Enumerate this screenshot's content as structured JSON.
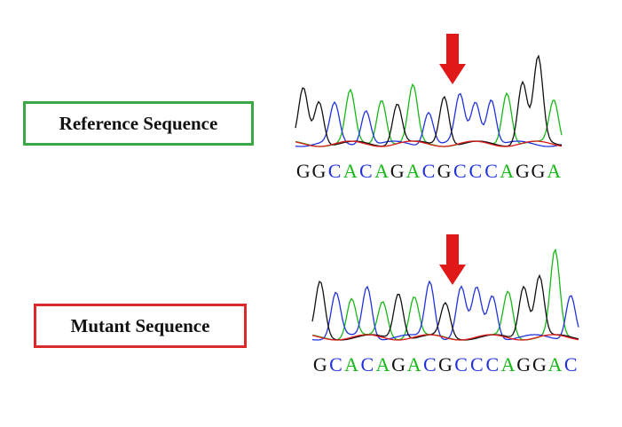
{
  "colors": {
    "A": "#18b818",
    "C": "#2233dd",
    "G": "#111111",
    "T": "#e01818",
    "arrow": "#e01818",
    "reference_border": "#3aa845",
    "mutant_border": "#d92b2b"
  },
  "reference": {
    "label": "Reference Sequence",
    "bases": [
      "G",
      "G",
      "C",
      "A",
      "C",
      "A",
      "G",
      "A",
      "C",
      "G",
      "C",
      "C",
      "C",
      "A",
      "G",
      "G",
      "A"
    ]
  },
  "mutant": {
    "label": "Mutant Sequence",
    "bases": [
      "G",
      "C",
      "A",
      "C",
      "A",
      "G",
      "A",
      "C",
      "G",
      "C",
      "C",
      "C",
      "A",
      "G",
      "G",
      "A",
      "C"
    ]
  }
}
